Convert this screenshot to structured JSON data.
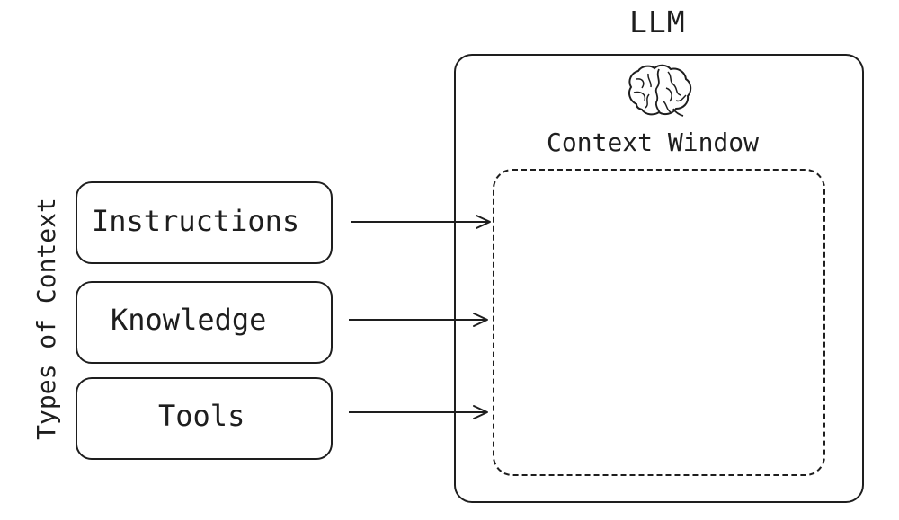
{
  "diagram": {
    "llm_label": "LLM",
    "context_window_label": "Context Window",
    "side_label": "Types of Context",
    "items": [
      {
        "label": "Instructions"
      },
      {
        "label": "Knowledge"
      },
      {
        "label": "Tools"
      }
    ]
  },
  "icons": {
    "brain": "brain-icon",
    "arrow": "arrow-right-icon"
  },
  "colors": {
    "stroke": "#1e1e1e",
    "background": "#ffffff"
  }
}
